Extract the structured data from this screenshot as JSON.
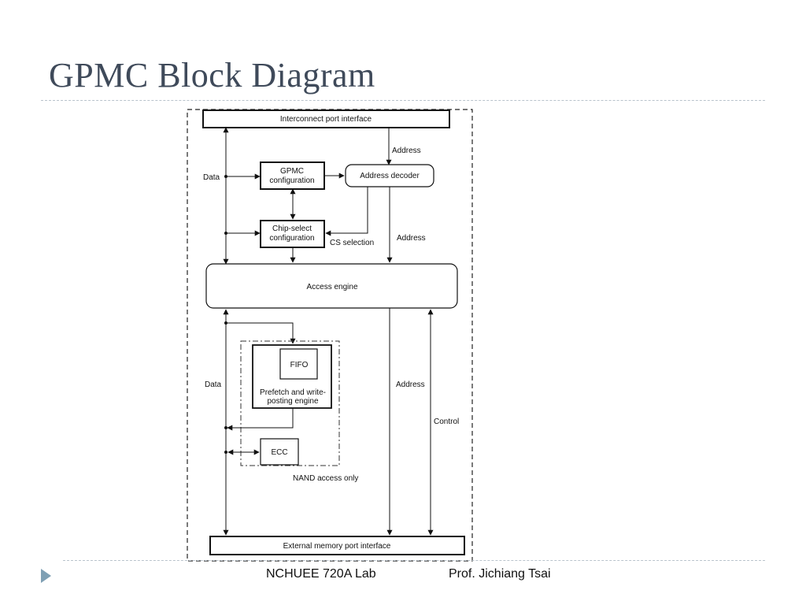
{
  "slide": {
    "title": "GPMC Block Diagram",
    "footer_left": "NCHUEE 720A Lab",
    "footer_right": "Prof. Jichiang Tsai"
  },
  "diagram": {
    "interconnect": "Interconnect port interface",
    "address_top": "Address",
    "data_top": "Data",
    "gpmc_config_line1": "GPMC",
    "gpmc_config_line2": "configuration",
    "address_decoder": "Address decoder",
    "cs_config_line1": "Chip-select",
    "cs_config_line2": "configuration",
    "cs_selection": "CS selection",
    "address_mid": "Address",
    "access_engine": "Access engine",
    "fifo": "FIFO",
    "prefetch_line1": "Prefetch and write-",
    "prefetch_line2": "posting engine",
    "data_bottom": "Data",
    "address_bottom": "Address",
    "control": "Control",
    "ecc": "ECC",
    "nand_only": "NAND access only",
    "external": "External memory port interface"
  }
}
